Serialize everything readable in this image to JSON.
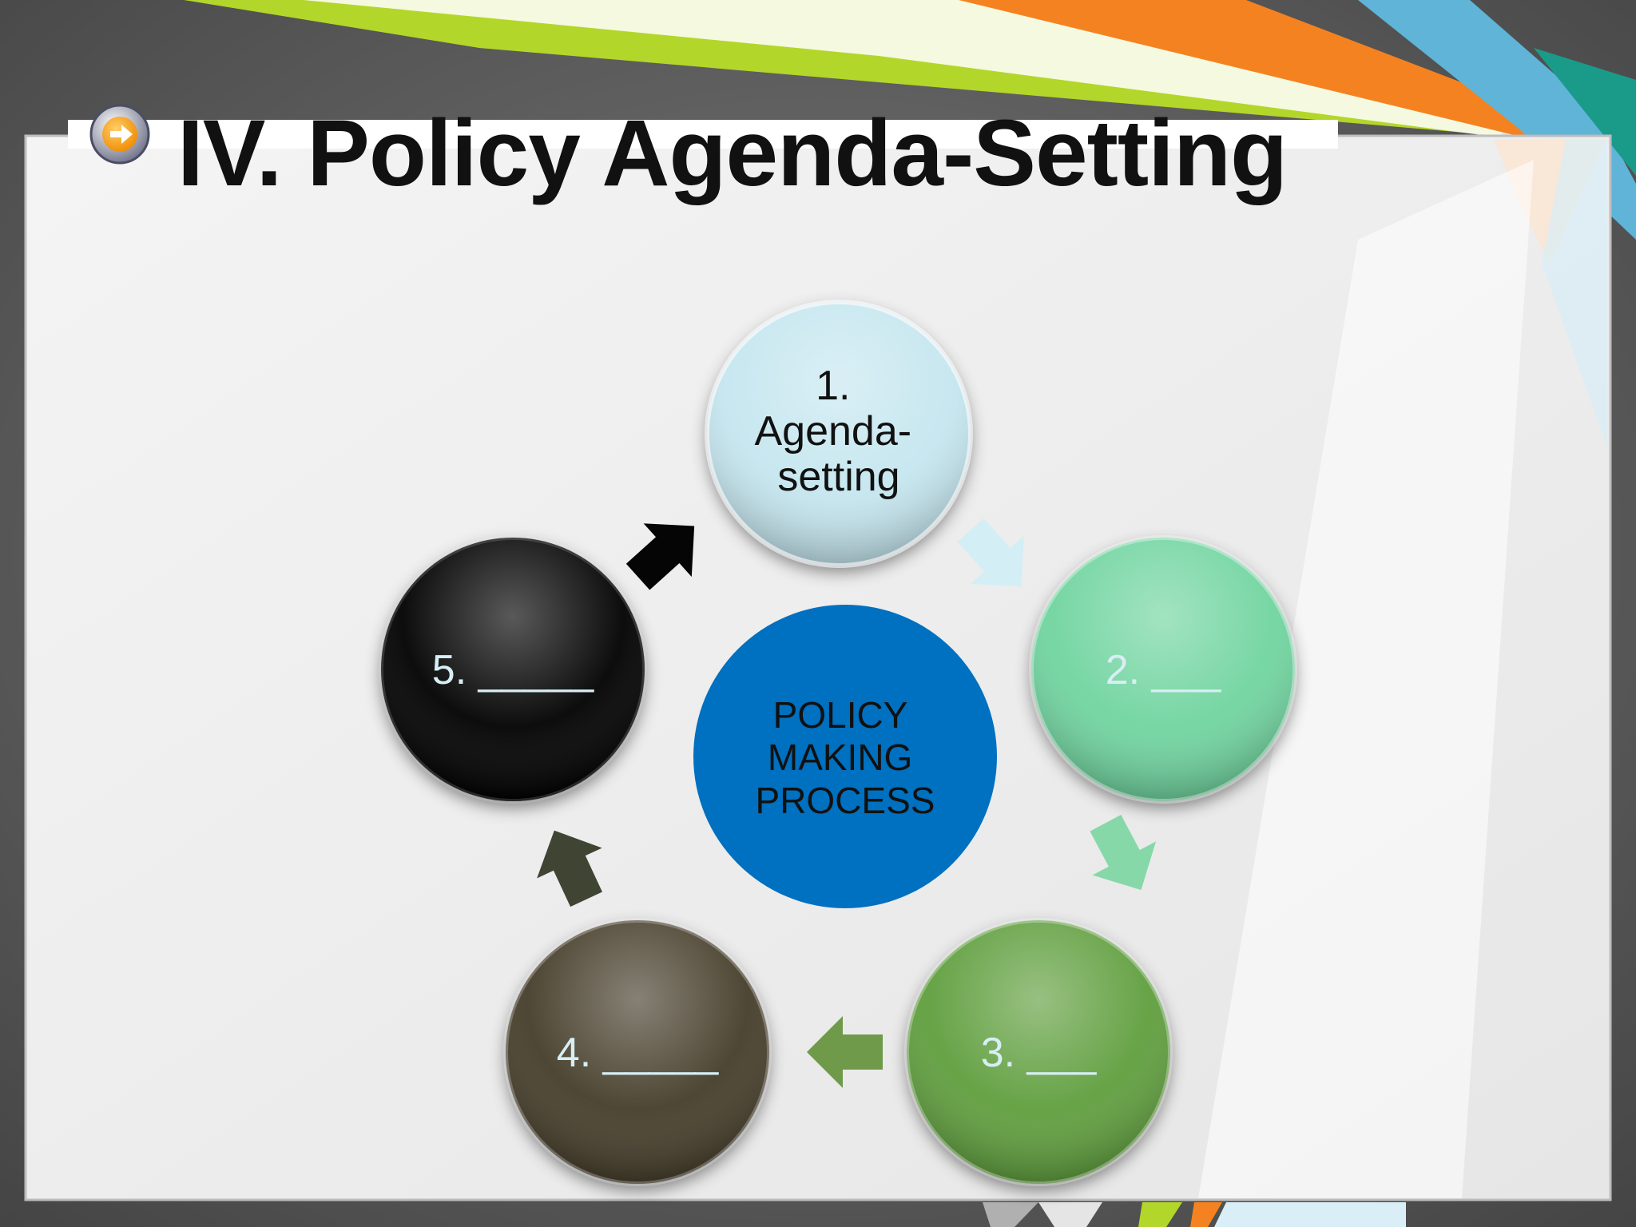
{
  "title": "IV. Policy Agenda-Setting",
  "center": {
    "lines": [
      "POLICY",
      "MAKING",
      "PROCESS"
    ],
    "color": "#0070C0"
  },
  "steps": [
    {
      "lines": [
        "1.",
        "Agenda-",
        "setting"
      ],
      "color": "#c5e6ef",
      "text_color": "#111111"
    },
    {
      "lines": [
        "2. ___"
      ],
      "color": "#6fd49f",
      "text_color": "#d7eef5"
    },
    {
      "lines": [
        "3. ___"
      ],
      "color": "#5f9e3c",
      "text_color": "#d7eef5"
    },
    {
      "lines": [
        "4. _____"
      ],
      "color": "#443e2c",
      "text_color": "#d7eef5"
    },
    {
      "lines": [
        "5. _____"
      ],
      "color": "#050505",
      "text_color": "#d7eef5"
    }
  ],
  "arrows": [
    {
      "color": "#d3eef5"
    },
    {
      "color": "#86d8a9"
    },
    {
      "color": "#6f9a4a"
    },
    {
      "color": "#3f4433"
    },
    {
      "color": "#050505"
    }
  ],
  "theme": {
    "green": "#b3d62a",
    "orange": "#f58220",
    "blue": "#5fb4d8",
    "teal": "#1a9b8a"
  }
}
